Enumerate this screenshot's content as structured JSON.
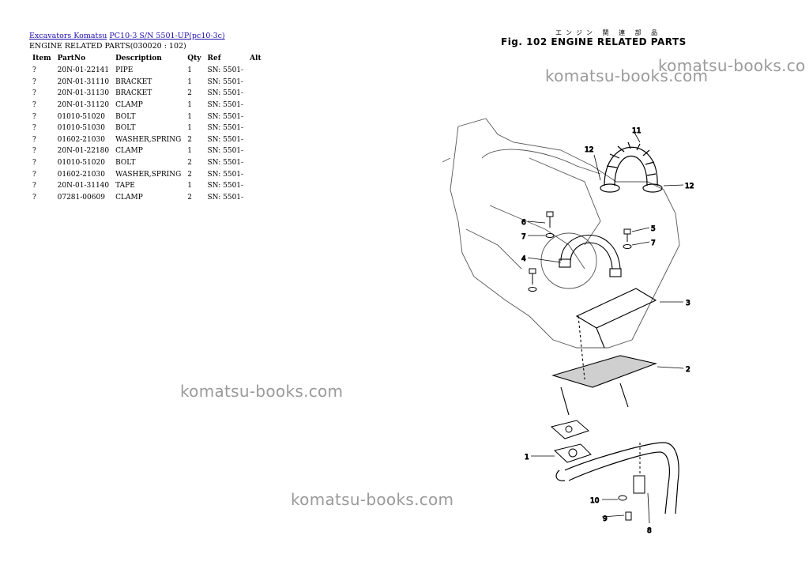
{
  "breadcrumb": {
    "link1": "Excavators Komatsu",
    "link2": "PC10-3 S/N 5501-UP(pc10-3c)"
  },
  "section_title": "ENGINE RELATED PARTS(030020 : 102)",
  "table": {
    "headers": [
      "Item",
      "PartNo",
      "Description",
      "Qty",
      "Ref",
      "Alt"
    ],
    "rows": [
      {
        "item": "?",
        "part": "20N-01-22141",
        "desc": "PIPE",
        "qty": "1",
        "ref": "SN: 5501-",
        "alt": ""
      },
      {
        "item": "?",
        "part": "20N-01-31110",
        "desc": "BRACKET",
        "qty": "1",
        "ref": "SN: 5501-",
        "alt": ""
      },
      {
        "item": "?",
        "part": "20N-01-31130",
        "desc": "BRACKET",
        "qty": "2",
        "ref": "SN: 5501-",
        "alt": ""
      },
      {
        "item": "?",
        "part": "20N-01-31120",
        "desc": "CLAMP",
        "qty": "1",
        "ref": "SN: 5501-",
        "alt": ""
      },
      {
        "item": "?",
        "part": "01010-51020",
        "desc": "BOLT",
        "qty": "1",
        "ref": "SN: 5501-",
        "alt": ""
      },
      {
        "item": "?",
        "part": "01010-51030",
        "desc": "BOLT",
        "qty": "1",
        "ref": "SN: 5501-",
        "alt": ""
      },
      {
        "item": "?",
        "part": "01602-21030",
        "desc": "WASHER,SPRING",
        "qty": "2",
        "ref": "SN: 5501-",
        "alt": ""
      },
      {
        "item": "?",
        "part": "20N-01-22180",
        "desc": "CLAMP",
        "qty": "1",
        "ref": "SN: 5501-",
        "alt": ""
      },
      {
        "item": "?",
        "part": "01010-51020",
        "desc": "BOLT",
        "qty": "2",
        "ref": "SN: 5501-",
        "alt": ""
      },
      {
        "item": "?",
        "part": "01602-21030",
        "desc": "WASHER,SPRING",
        "qty": "2",
        "ref": "SN: 5501-",
        "alt": ""
      },
      {
        "item": "?",
        "part": "20N-01-31140",
        "desc": "TAPE",
        "qty": "1",
        "ref": "SN: 5501-",
        "alt": ""
      },
      {
        "item": "?",
        "part": "07281-00609",
        "desc": "CLAMP",
        "qty": "2",
        "ref": "SN: 5501-",
        "alt": ""
      }
    ]
  },
  "figure": {
    "title": "Fig. 102  ENGINE RELATED PARTS",
    "jp_title": "エンジン 関 連 部 品",
    "callouts": [
      "1",
      "2",
      "3",
      "4",
      "5",
      "6",
      "7",
      "7",
      "8",
      "9",
      "10",
      "11",
      "12",
      "12"
    ]
  },
  "watermark": {
    "text": "komatsu-books.com",
    "text_clipped": "komatsu-books.co"
  }
}
